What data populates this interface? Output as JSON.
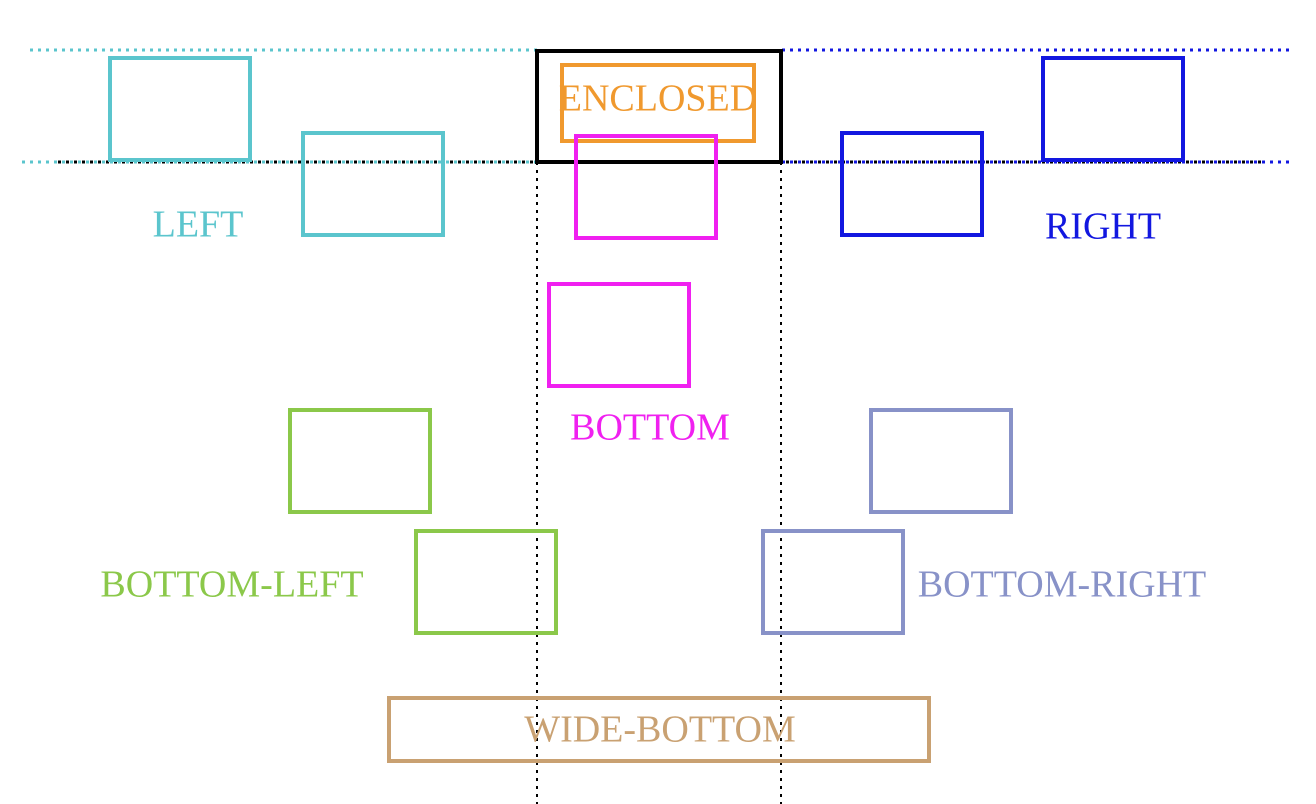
{
  "diagram": {
    "colors": {
      "anchor": "#000000",
      "left": "#5bc5cd",
      "right": "#1217e0",
      "enclosed": "#f0992e",
      "bottom": "#f020f0",
      "bottom_left": "#8bc84a",
      "bottom_right": "#8892c8",
      "wide_bottom": "#c9a172",
      "background": "#ffffff"
    },
    "labels": {
      "enclosed": "ENCLOSED",
      "left": "LEFT",
      "right": "RIGHT",
      "bottom": "BOTTOM",
      "bottom_left": "BOTTOM-LEFT",
      "bottom_right": "BOTTOM-RIGHT",
      "wide_bottom": "WIDE-BOTTOM"
    }
  }
}
